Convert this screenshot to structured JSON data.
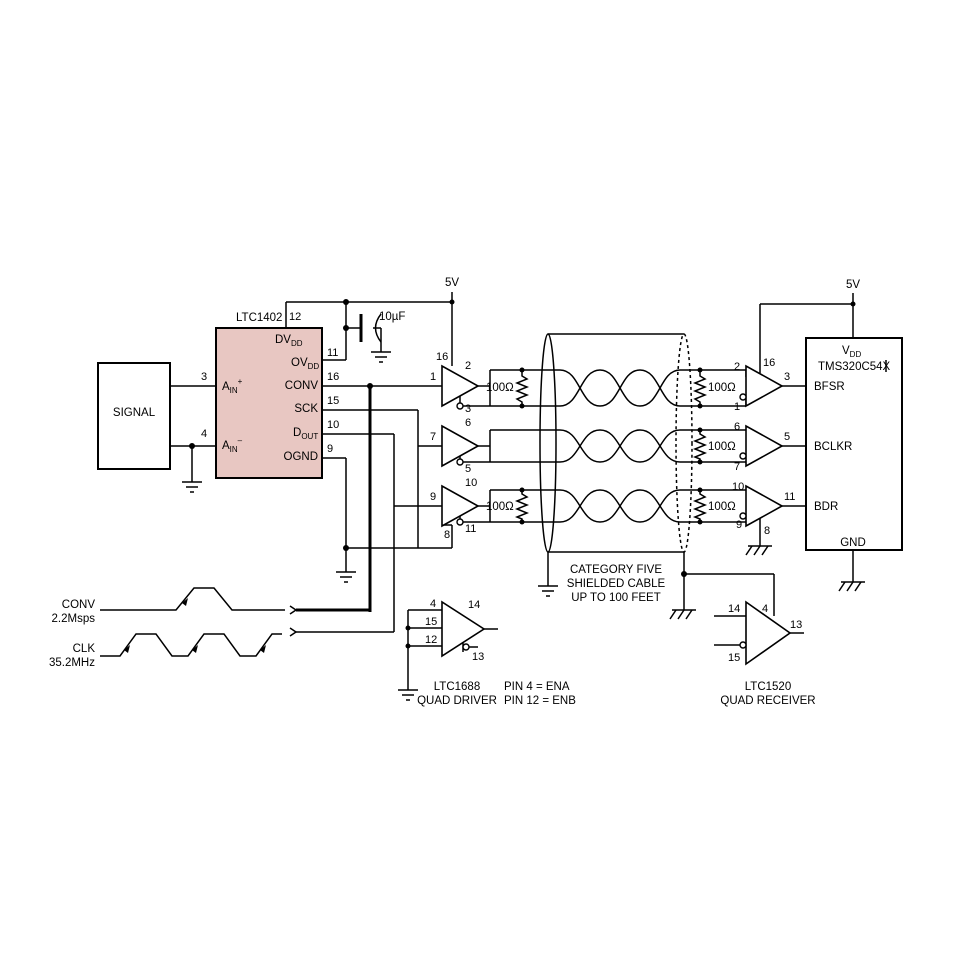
{
  "signal_box": {
    "label": "SIGNAL"
  },
  "adc": {
    "part": "LTC1402",
    "pins": {
      "ain_plus": "A",
      "ain_plus_sub": "IN",
      "ain_plus_sup": "+",
      "ain_minus": "A",
      "ain_minus_sub": "IN",
      "ain_minus_sup": "–",
      "dvdd": "DV",
      "dvdd_sub": "DD",
      "ovdd": "OV",
      "ovdd_sub": "DD",
      "conv": "CONV",
      "sck": "SCK",
      "dout": "D",
      "dout_sub": "OUT",
      "ognd": "OGND"
    },
    "pin_numbers": {
      "ain_plus": "3",
      "ain_minus": "4",
      "dvdd": "12",
      "ovdd": "11",
      "conv": "16",
      "sck": "15",
      "dout": "10",
      "ognd": "9"
    }
  },
  "supply_left": "5V",
  "supply_right": "5V",
  "capacitor": "10µF",
  "resistor": "100Ω",
  "drivers": {
    "d1": {
      "in": "1",
      "out_p": "2",
      "out_n": "3"
    },
    "d2": {
      "in": "7",
      "out_p": "6",
      "out_n": "5"
    },
    "d3": {
      "in": "9",
      "out_p": "10",
      "out_n": "11"
    },
    "vcc_pin": "16",
    "gnd_pin": "8"
  },
  "receivers": {
    "r1": {
      "in_p": "2",
      "in_n": "1",
      "out": "3"
    },
    "r2": {
      "in_p": "6",
      "in_n": "7",
      "out": "5"
    },
    "r3": {
      "in_p": "10",
      "in_n": "9",
      "out": "11"
    },
    "vcc_pin": "16",
    "gnd_pin": "8"
  },
  "cable": {
    "line1": "CATEGORY FIVE",
    "line2": "SHIELDED CABLE",
    "line3": "UP TO 100 FEET"
  },
  "dsp": {
    "vdd": "V",
    "vdd_sub": "DD",
    "part": "TMS320C54X",
    "bfsr": "BFSR",
    "bclkr": "BCLKR",
    "bdr": "BDR",
    "gnd": "GND"
  },
  "inputs": {
    "conv_name": "CONV",
    "conv_rate": "2.2Msps",
    "clk_name": "CLK",
    "clk_rate": "35.2MHz"
  },
  "driver_legend": {
    "pins": {
      "ena": "4",
      "a": "15",
      "b": "12",
      "out_p": "14",
      "out_n": "13"
    },
    "line1": "LTC1688",
    "line2": "QUAD DRIVER",
    "note1": "PIN 4 = ENA",
    "note2": "PIN 12 = ENB"
  },
  "receiver_legend": {
    "pins": {
      "in_p": "14",
      "in_n": "15",
      "en": "4",
      "out": "13"
    },
    "line1": "LTC1520",
    "line2": "QUAD RECEIVER"
  }
}
